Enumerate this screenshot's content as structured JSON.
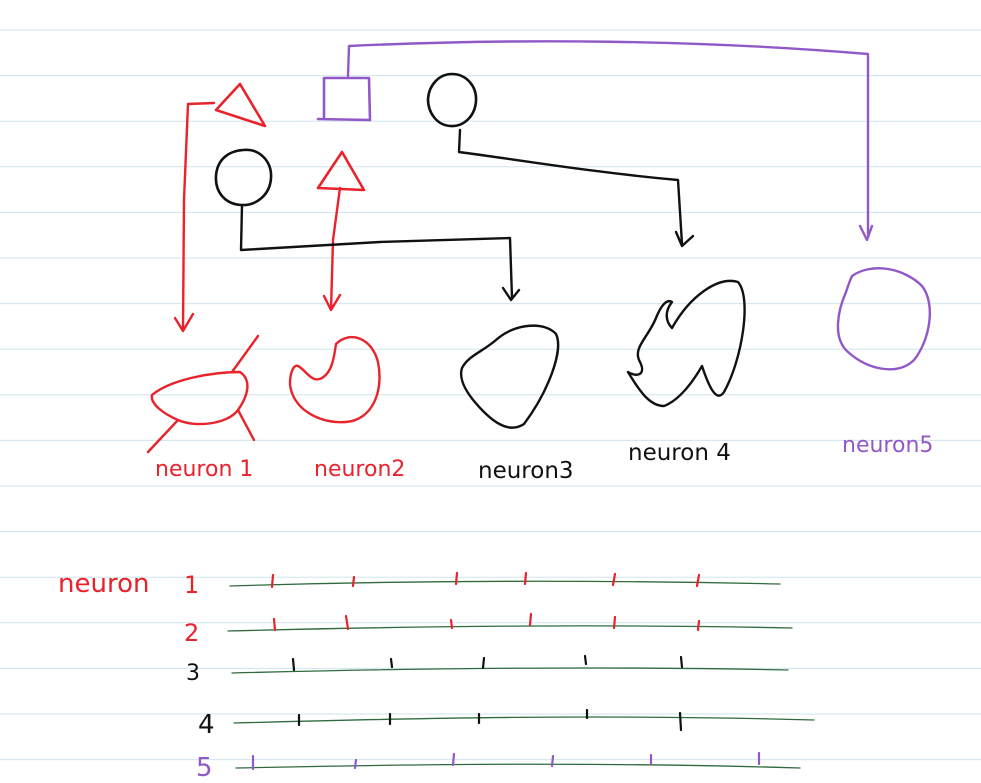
{
  "colors": {
    "red": "#e8232b",
    "black": "#111111",
    "purple": "#9159c8",
    "rule_line": "#cfe6ee",
    "timeline": "#2f6b3f"
  },
  "neuron_labels": [
    "neuron 1",
    "neuron2",
    "neuron3",
    "neuron 4",
    "neuron5"
  ],
  "raster": {
    "row_header": "neuron",
    "rows": [
      {
        "label": "1",
        "color": "red"
      },
      {
        "label": "2",
        "color": "red"
      },
      {
        "label": "3",
        "color": "black"
      },
      {
        "label": "4",
        "color": "black"
      },
      {
        "label": "5",
        "color": "purple"
      }
    ]
  }
}
